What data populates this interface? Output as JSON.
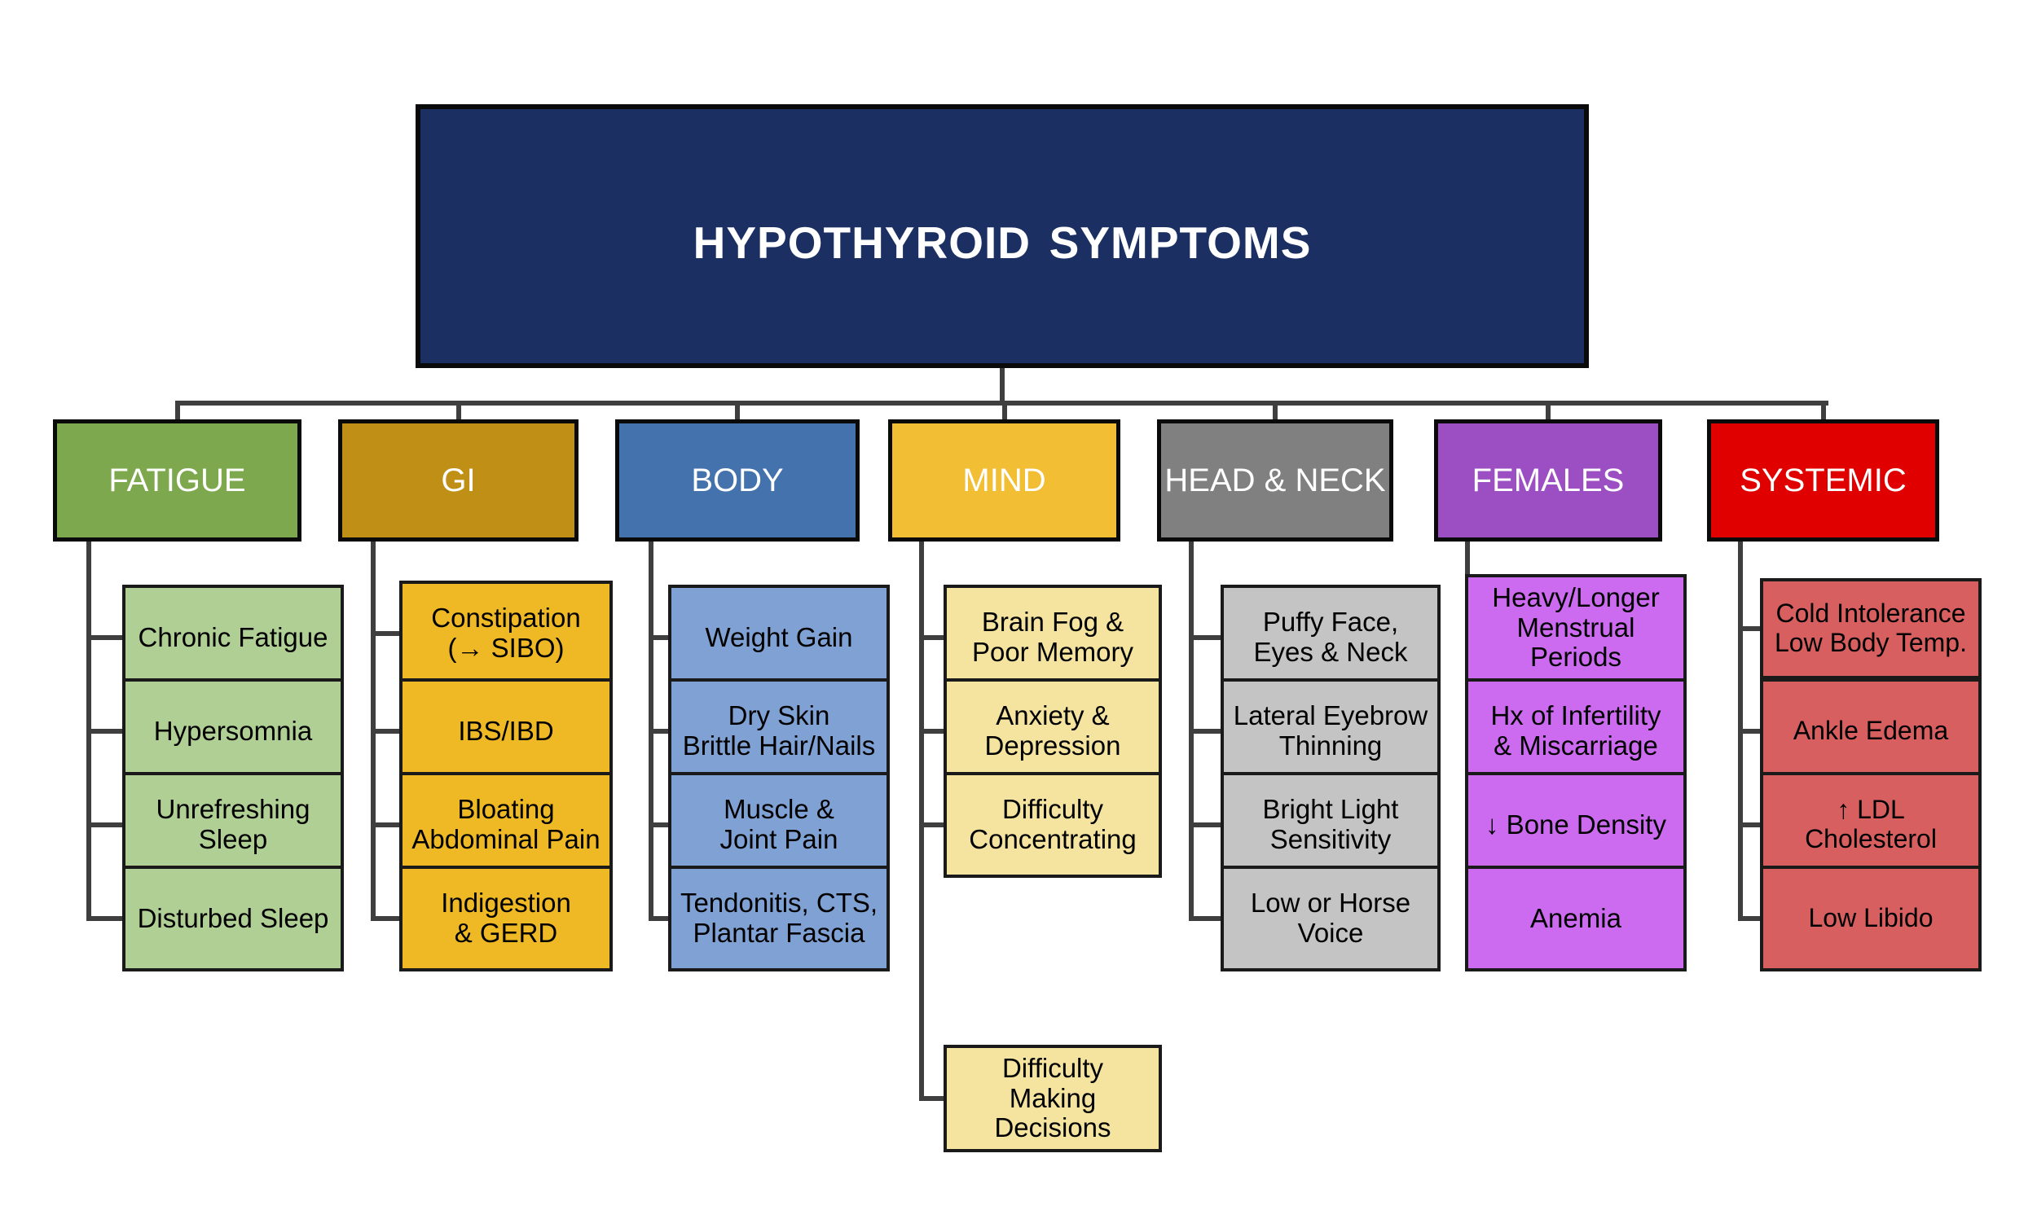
{
  "root": {
    "title": "Hypothyroid Symptoms",
    "bg_color": "#1B2F63",
    "text_color": "#FFFFFF"
  },
  "connector_color": "#3F3F3F",
  "columns": [
    {
      "key": "fatigue",
      "label": "FATIGUE",
      "header_color": "#7DA84D",
      "leaf_color": "#AFCF94",
      "items": [
        "Chronic Fatigue",
        "Hypersomnia",
        "Unrefreshing\nSleep",
        "Disturbed Sleep"
      ]
    },
    {
      "key": "gi",
      "label": "GI",
      "header_color": "#BF9015",
      "leaf_color": "#EFB825",
      "items": [
        "Constipation\n(→ SIBO)",
        "IBS/IBD",
        "Bloating\nAbdominal Pain",
        "Indigestion\n& GERD"
      ]
    },
    {
      "key": "body",
      "label": "BODY",
      "header_color": "#4472AC",
      "leaf_color": "#7FA1D4",
      "items": [
        "Weight Gain",
        "Dry Skin\nBrittle Hair/Nails",
        "Muscle &\nJoint Pain",
        "Tendonitis, CTS,\nPlantar Fascia"
      ]
    },
    {
      "key": "mind",
      "label": "MIND",
      "header_color": "#F2BE33",
      "leaf_color": "#F5E3A0",
      "items": [
        "Brain Fog &\nPoor Memory",
        "Anxiety &\nDepression",
        "Difficulty\nConcentrating",
        "Difficulty\nMaking\nDecisions"
      ]
    },
    {
      "key": "head-neck",
      "label": "HEAD & NECK",
      "header_color": "#808080",
      "leaf_color": "#C4C4C4",
      "items": [
        "Puffy Face,\nEyes & Neck",
        "Lateral Eyebrow\nThinning",
        "Bright Light\nSensitivity",
        "Low or Horse\nVoice"
      ]
    },
    {
      "key": "females",
      "label": "FEMALES",
      "header_color": "#9B4FC2",
      "leaf_color": "#CC6BF0",
      "items": [
        "Heavy/Longer\nMenstrual\nPeriods",
        "Hx of Infertility\n& Miscarriage",
        "↓ Bone Density",
        "Anemia"
      ]
    },
    {
      "key": "systemic",
      "label": "SYSTEMIC",
      "header_color": "#E00000",
      "leaf_color": "#D85F5F",
      "items": [
        "Cold Intolerance\nLow Body Temp.",
        "Ankle Edema",
        "↑ LDL\nCholesterol",
        "Low Libido"
      ]
    }
  ]
}
